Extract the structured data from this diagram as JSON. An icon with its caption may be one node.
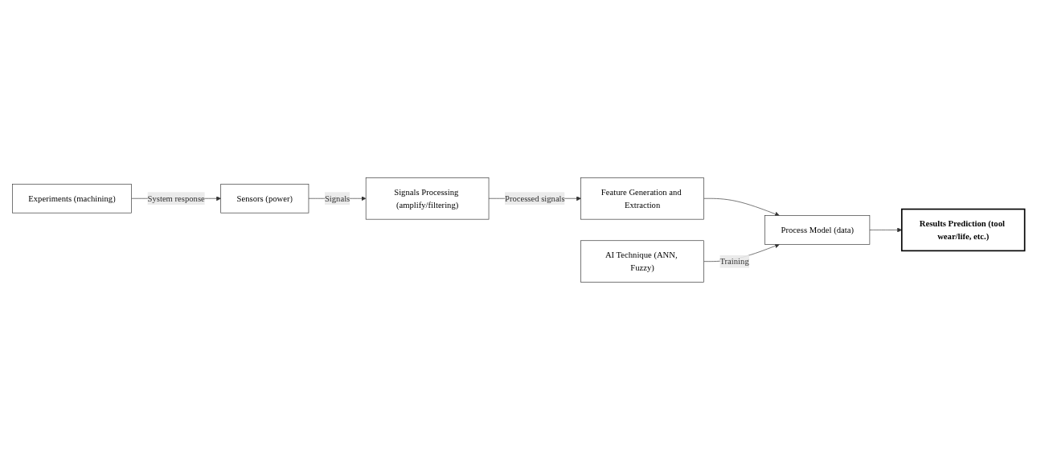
{
  "diagram": {
    "nodes": [
      {
        "text": [
          "Experiments (machining)"
        ]
      },
      {
        "text": [
          "Sensors (power)"
        ]
      },
      {
        "text": [
          "Signals Processing (amplify/filtering)"
        ]
      },
      {
        "text": [
          "Feature Generation and Extraction"
        ]
      },
      {
        "text": [
          "AI Technique (ANN, Fuzzy)"
        ]
      },
      {
        "text": [
          "Process Model (data)"
        ]
      },
      {
        "text": [
          "Results Prediction (tool wear/life, etc.)"
        ]
      }
    ],
    "edges": [
      {
        "from": 0,
        "to": 1,
        "arrow": "to",
        "label": "System response"
      },
      {
        "from": 1,
        "to": 2,
        "arrow": "to",
        "label": "Signals"
      },
      {
        "from": 2,
        "to": 3,
        "arrow": "to",
        "label": "Processed signals"
      },
      {
        "from": 3,
        "to": 5,
        "arrow": "to"
      },
      {
        "from": 4,
        "to": 5,
        "arrow": "to",
        "label": "Training"
      },
      {
        "from": 5,
        "to": 6,
        "arrow": "to"
      }
    ]
  }
}
